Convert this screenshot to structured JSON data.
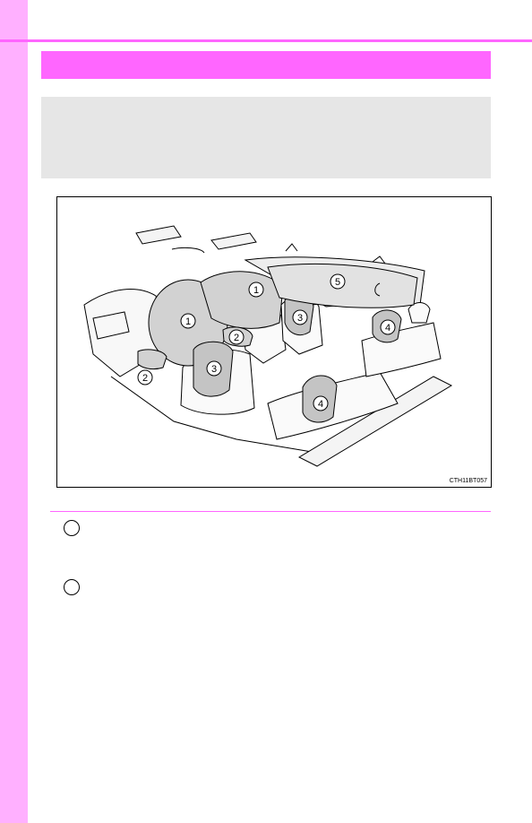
{
  "figure": {
    "code": "CTH11BT057"
  },
  "callouts": [
    "1",
    "1",
    "2",
    "2",
    "3",
    "3",
    "4",
    "4",
    "5"
  ],
  "colors": {
    "accent": "#ff66ff",
    "side_tab": "#ffb0ff",
    "summary_box": "#e6e6e6"
  }
}
